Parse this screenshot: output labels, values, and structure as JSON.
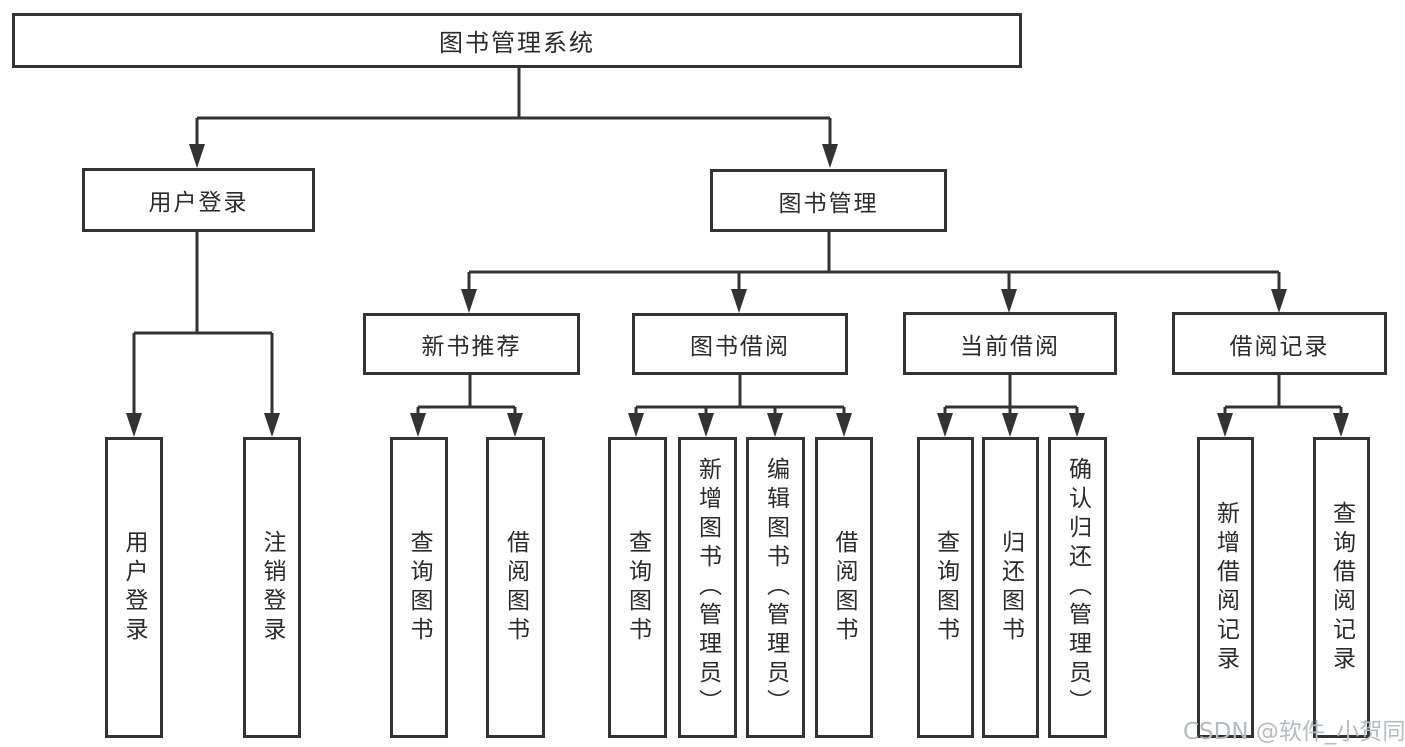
{
  "colors": {
    "line": "#333333",
    "box_border": "#333333",
    "text": "#2b2b2b",
    "background": "#ffffff",
    "watermark_text": "#b6bbc4"
  },
  "watermark": "CSDN @软件_小贺同学",
  "tree": {
    "label": "图书管理系统",
    "children": [
      {
        "label": "用户登录",
        "children": [
          {
            "label": "用户登录"
          },
          {
            "label": "注销登录"
          }
        ]
      },
      {
        "label": "图书管理",
        "children": [
          {
            "label": "新书推荐",
            "children": [
              {
                "label": "查询图书"
              },
              {
                "label": "借阅图书"
              }
            ]
          },
          {
            "label": "图书借阅",
            "children": [
              {
                "label": "查询图书"
              },
              {
                "label": "新增图书（管理员）"
              },
              {
                "label": "编辑图书（管理员）"
              },
              {
                "label": "借阅图书"
              }
            ]
          },
          {
            "label": "当前借阅",
            "children": [
              {
                "label": "查询图书"
              },
              {
                "label": "归还图书"
              },
              {
                "label": "确认归还（管理员）"
              }
            ]
          },
          {
            "label": "借阅记录",
            "children": [
              {
                "label": "新增借阅记录"
              },
              {
                "label": "查询借阅记录"
              }
            ]
          }
        ]
      }
    ]
  }
}
